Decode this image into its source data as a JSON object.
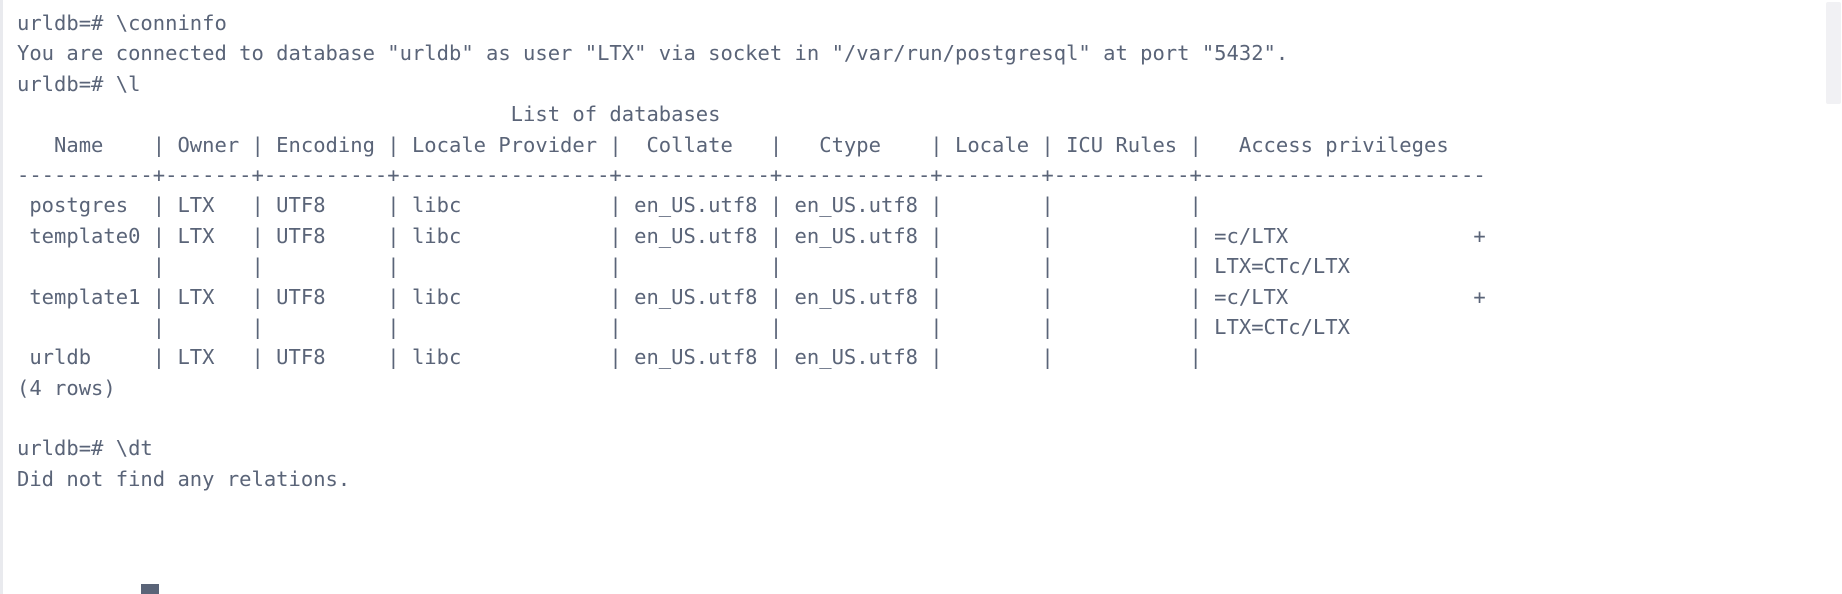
{
  "terminal": {
    "prompt": "urldb=#",
    "foreground_color": "#5a6478",
    "background_color": "#ffffff",
    "scrollbar_thumb_color": "#f1f1f4",
    "cursor": "block-cursor"
  },
  "session": {
    "commands": [
      {
        "prompt": "urldb=#",
        "command": "\\conninfo"
      },
      {
        "prompt": "urldb=#",
        "command": "\\l"
      },
      {
        "prompt": "urldb=#",
        "command": "\\dt"
      }
    ],
    "conninfo": {
      "text": "You are connected to database \"urldb\" as user \"LTX\" via socket in \"/var/run/postgresql\" at port \"5432\".",
      "database": "urldb",
      "user": "LTX",
      "socket": "/var/run/postgresql",
      "port": "5432"
    },
    "dt_result": "Did not find any relations.",
    "row_count": "(4 rows)"
  },
  "db_table": {
    "title": "List of databases",
    "columns": [
      "Name",
      "Owner",
      "Encoding",
      "Locale Provider",
      "Collate",
      "Ctype",
      "Locale",
      "ICU Rules",
      "Access privileges"
    ],
    "rows": [
      {
        "name": "postgres",
        "owner": "LTX",
        "encoding": "UTF8",
        "locale_provider": "libc",
        "collate": "en_US.utf8",
        "ctype": "en_US.utf8",
        "locale": "",
        "icu_rules": "",
        "access_privileges": []
      },
      {
        "name": "template0",
        "owner": "LTX",
        "encoding": "UTF8",
        "locale_provider": "libc",
        "collate": "en_US.utf8",
        "ctype": "en_US.utf8",
        "locale": "",
        "icu_rules": "",
        "access_privileges": [
          "=c/LTX",
          "LTX=CTc/LTX"
        ]
      },
      {
        "name": "template1",
        "owner": "LTX",
        "encoding": "UTF8",
        "locale_provider": "libc",
        "collate": "en_US.utf8",
        "ctype": "en_US.utf8",
        "locale": "",
        "icu_rules": "",
        "access_privileges": [
          "=c/LTX",
          "LTX=CTc/LTX"
        ]
      },
      {
        "name": "urldb",
        "owner": "LTX",
        "encoding": "UTF8",
        "locale_provider": "libc",
        "collate": "en_US.utf8",
        "ctype": "en_US.utf8",
        "locale": "",
        "icu_rules": "",
        "access_privileges": []
      }
    ]
  },
  "lines": {
    "l01": "urldb=# \\conninfo",
    "l02": "You are connected to database \"urldb\" as user \"LTX\" via socket in \"/var/run/postgresql\" at port \"5432\".",
    "l03": "urldb=# \\l",
    "l04": "                                        List of databases",
    "l05": "   Name    | Owner | Encoding | Locale Provider |  Collate   |   Ctype    | Locale | ICU Rules |   Access privileges   ",
    "l06": "-----------+-------+----------+-----------------+------------+------------+--------+-----------+-----------------------",
    "l07": " postgres  | LTX   | UTF8     | libc            | en_US.utf8 | en_US.utf8 |        |           |                       ",
    "l08": " template0 | LTX   | UTF8     | libc            | en_US.utf8 | en_US.utf8 |        |           | =c/LTX               +",
    "l09": "           |       |          |                 |            |            |        |           | LTX=CTc/LTX           ",
    "l10": " template1 | LTX   | UTF8     | libc            | en_US.utf8 | en_US.utf8 |        |           | =c/LTX               +",
    "l11": "           |       |          |                 |            |            |        |           | LTX=CTc/LTX           ",
    "l12": " urldb     | LTX   | UTF8     | libc            | en_US.utf8 | en_US.utf8 |        |           |                       ",
    "l13": "(4 rows)",
    "l14": "",
    "l15": "urldb=# \\dt",
    "l16": "Did not find any relations."
  }
}
